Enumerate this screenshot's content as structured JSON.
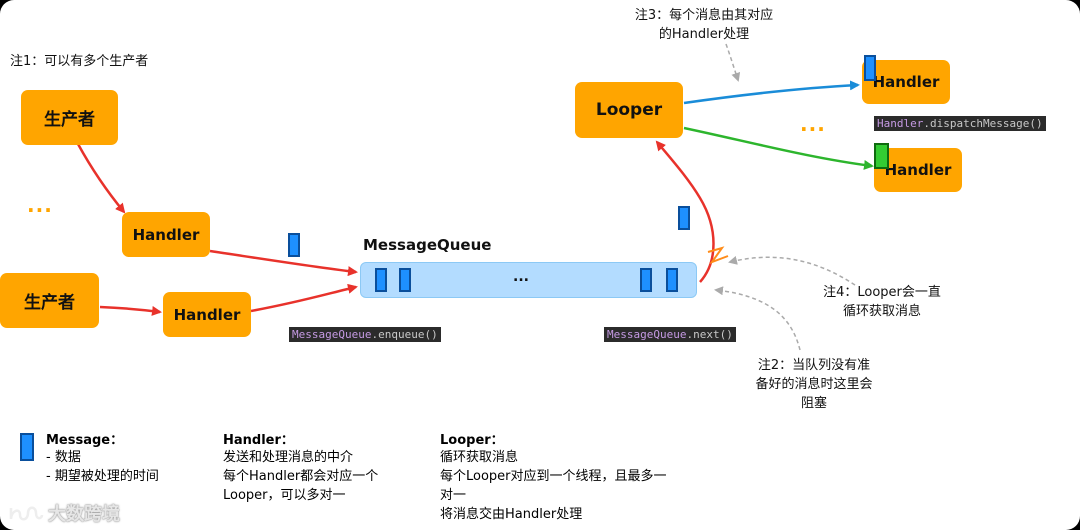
{
  "notes": {
    "note1": "注1：可以有多个生产者",
    "note3_line1": "注3：每个消息由其对应",
    "note3_line2": "的Handler处理",
    "note4_line1": "注4：Looper会一直",
    "note4_line2": "循环获取消息",
    "note2_line1": "注2：当队列没有准",
    "note2_line2": "备好的消息时这里会",
    "note2_line3": "阻塞"
  },
  "nodes": {
    "producer_top": "生产者",
    "producer_bottom": "生产者",
    "handler_left_top": "Handler",
    "handler_left_bottom": "Handler",
    "looper": "Looper",
    "handler_right_top": "Handler",
    "handler_right_bottom": "Handler",
    "queue_title": "MessageQueue",
    "queue_dots": "...",
    "left_dots": "...",
    "right_dots": "..."
  },
  "code_labels": {
    "enqueue_class": "MessageQueue",
    "enqueue_method": ".enqueue()",
    "next_class": "MessageQueue",
    "next_method": ".next()",
    "dispatch_class": "Handler",
    "dispatch_method": ".dispatchMessage()"
  },
  "legend": {
    "message_title": "Message：",
    "message_lines": [
      "- 数据",
      "- 期望被处理的时间"
    ],
    "handler_title": "Handler：",
    "handler_lines": [
      "发送和处理消息的中介",
      "每个Handler都会对应一个",
      "Looper，可以多对一"
    ],
    "looper_title": "Looper：",
    "looper_lines": [
      "循环获取消息",
      "每个Looper对应到一个线程，且最多一",
      "对一",
      "将消息交由Handler处理"
    ]
  },
  "watermark": "大数跨境",
  "colors": {
    "box": "#ffa500",
    "queue": "#b3dcff",
    "message": "#1e90ff",
    "message_green": "#33cc33",
    "arrow_red": "#e8322b",
    "arrow_blue": "#1a8cd8",
    "arrow_green": "#2db52d",
    "dashed": "#aaaaaa"
  }
}
